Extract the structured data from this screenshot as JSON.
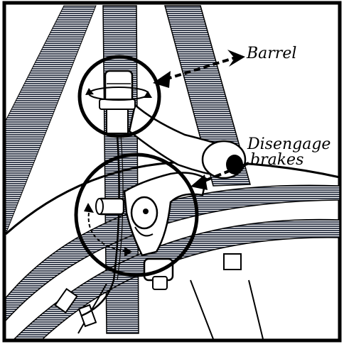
{
  "labels": {
    "barrel": "Barrel",
    "disengage_line1": "Disengage",
    "disengage_line2": "brakes"
  },
  "colors": {
    "ink": "#000000",
    "tube": "#3f4656",
    "paper": "#ffffff"
  }
}
